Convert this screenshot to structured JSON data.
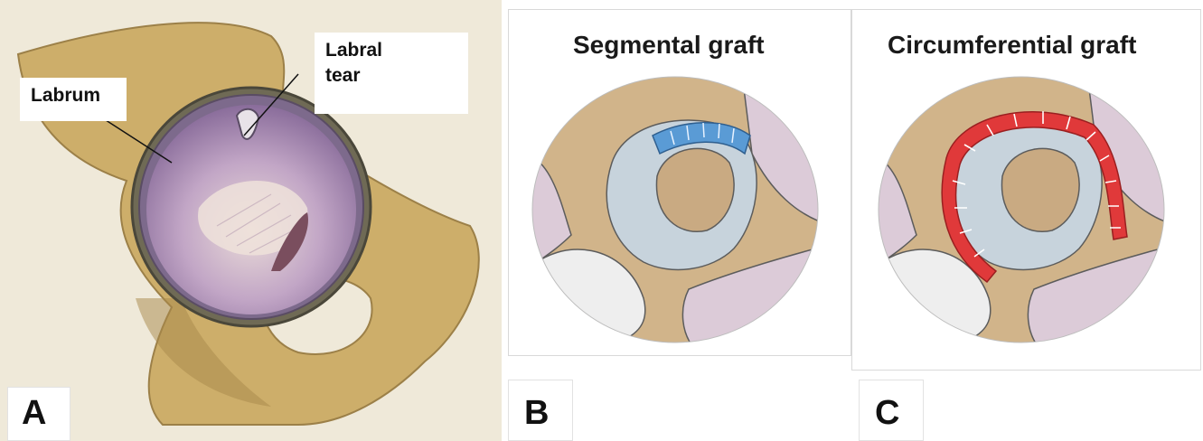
{
  "panels": {
    "a": {
      "letter": "A",
      "labels": {
        "labrum": "Labrum",
        "tear_line1": "Labral",
        "tear_line2": "tear"
      }
    },
    "b": {
      "letter": "B",
      "title": "Segmental graft",
      "graft_color": "#5a9bd5"
    },
    "c": {
      "letter": "C",
      "title": "Circumferential graft",
      "graft_color": "#e0393a"
    }
  },
  "colors": {
    "bone": "#c9a962",
    "bone_shadow": "#a8874a",
    "cartilage_purple": "#8a6d9b",
    "parchment": "#efe9d9",
    "tissue_pink": "#dccbd8",
    "cartilage_grey": "#c7d3dc"
  }
}
